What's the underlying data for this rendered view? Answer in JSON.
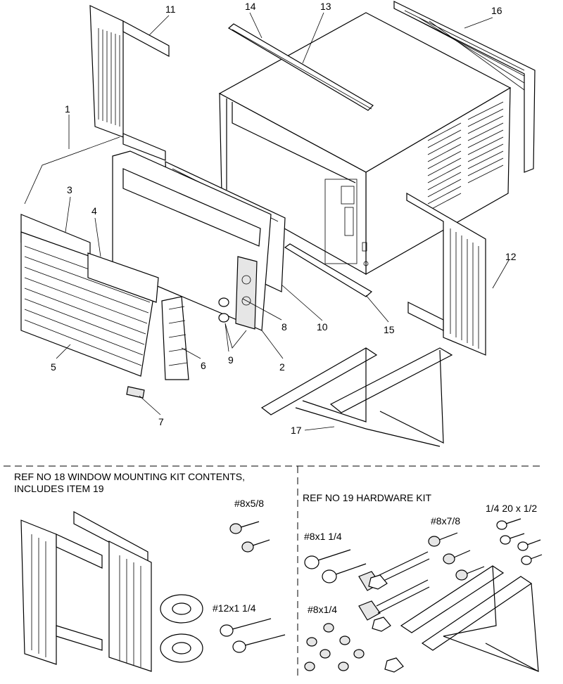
{
  "callouts": {
    "c1": "1",
    "c2": "2",
    "c3": "3",
    "c4": "4",
    "c5": "5",
    "c6": "6",
    "c7": "7",
    "c8": "8",
    "c9": "9",
    "c10": "10",
    "c11": "11",
    "c12": "12",
    "c13": "13",
    "c14": "14",
    "c15": "15",
    "c16": "16",
    "c17": "17"
  },
  "kit18": {
    "title_line1": "REF NO 18 WINDOW MOUNTING KIT CONTENTS,",
    "title_line2": "INCLUDES ITEM 19",
    "screw_a": "#8x5/8",
    "screw_b": "#12x1 1/4"
  },
  "kit19": {
    "title": "REF NO 19 HARDWARE KIT",
    "screw_a": "#8x7/8",
    "screw_b": "1/4 20 x 1/2",
    "screw_c": "#8x1 1/4",
    "screw_d": "#8x1/4"
  }
}
